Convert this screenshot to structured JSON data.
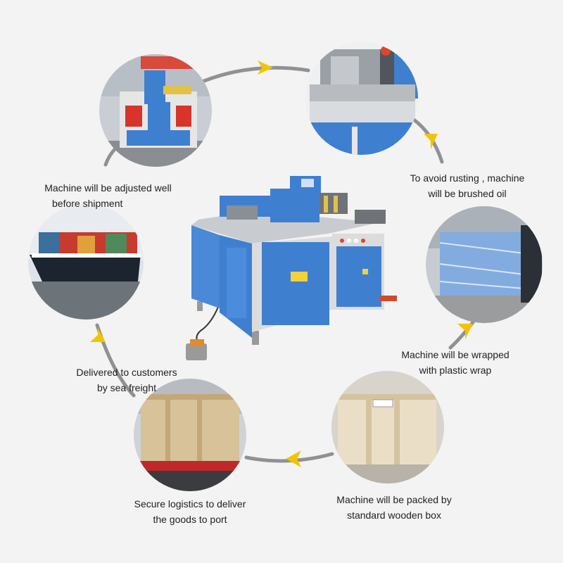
{
  "colors": {
    "background": "#f3f3f3",
    "arc": "#8f9194",
    "arrow": "#f2c400",
    "machine_blue": "#3f7fd0",
    "machine_frame": "#dcdcdc",
    "crate_wood": "#d8c29a",
    "ship_hull": "#1c2430"
  },
  "steps": [
    {
      "id": "adjust",
      "photo": "machine-factory-photo",
      "lines": [
        "Machine will be adjusted well",
        "before shipment"
      ]
    },
    {
      "id": "oil",
      "photo": "machine-closeup-photo",
      "lines": [
        "To avoid rusting , machine",
        "will be brushed oil"
      ]
    },
    {
      "id": "wrap",
      "photo": "plastic-wrap-photo",
      "lines": [
        "Machine will be wrapped",
        "with plastic wrap"
      ]
    },
    {
      "id": "box",
      "photo": "wooden-box-photo",
      "lines": [
        "Machine will be packed by",
        "standard wooden box"
      ]
    },
    {
      "id": "logistics",
      "photo": "truck-crate-photo",
      "lines": [
        "Secure logistics to deliver",
        "the goods to port"
      ]
    },
    {
      "id": "sea",
      "photo": "cargo-ship-photo",
      "lines": [
        "Delivered to customers",
        "by sea freight"
      ]
    }
  ],
  "center_photo": "busbar-machine-photo"
}
